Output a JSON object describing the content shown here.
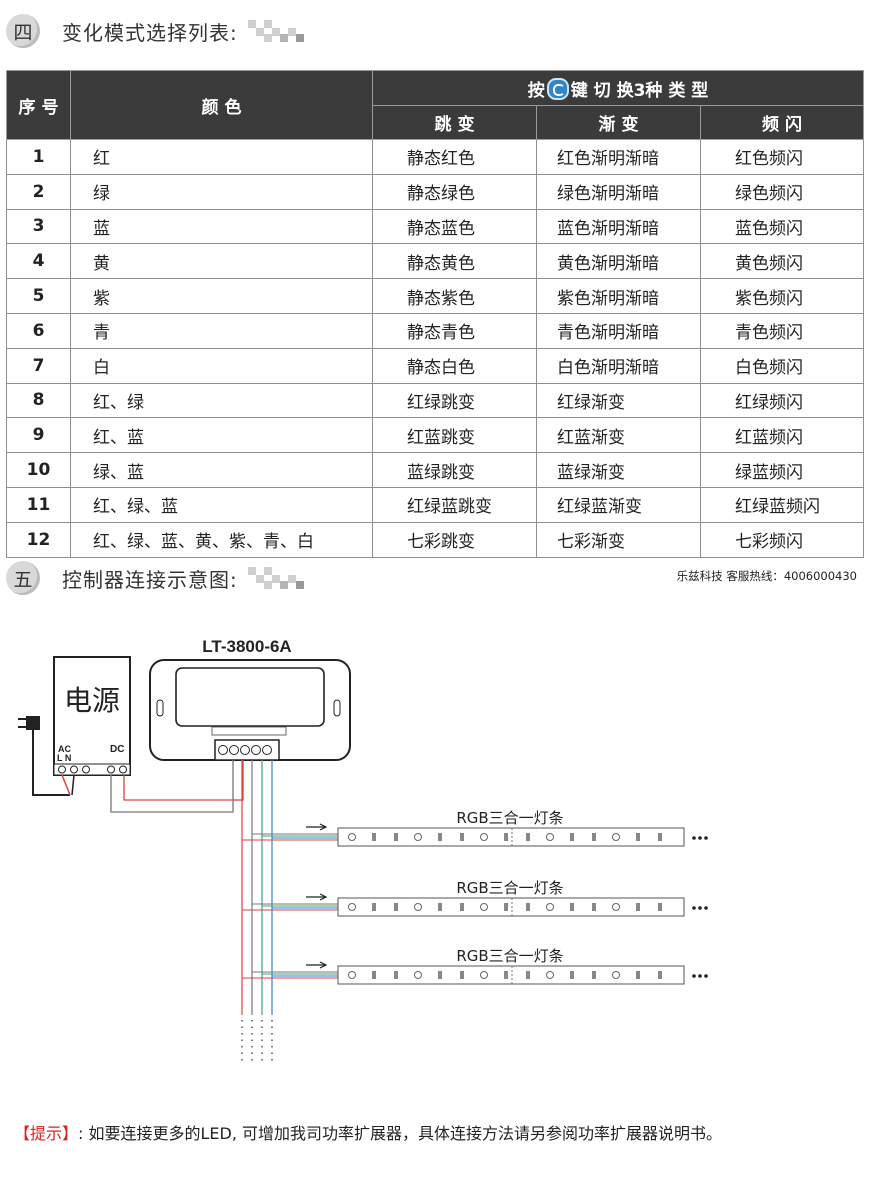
{
  "section4": {
    "badge": "四",
    "title": "变化模式选择列表:"
  },
  "table": {
    "headers": {
      "index": "序 号",
      "color": "颜 色",
      "group_prefix": "按",
      "group_suffix": "键 切 换3种 类 型",
      "jump": "跳 变",
      "fade": "渐 变",
      "strobe": "频 闪"
    },
    "rows": [
      {
        "n": "1",
        "color": "红",
        "jump": "静态红色",
        "fade": "红色渐明渐暗",
        "strobe": "红色频闪"
      },
      {
        "n": "2",
        "color": "绿",
        "jump": "静态绿色",
        "fade": "绿色渐明渐暗",
        "strobe": "绿色频闪"
      },
      {
        "n": "3",
        "color": "蓝",
        "jump": "静态蓝色",
        "fade": "蓝色渐明渐暗",
        "strobe": "蓝色频闪"
      },
      {
        "n": "4",
        "color": "黄",
        "jump": "静态黄色",
        "fade": "黄色渐明渐暗",
        "strobe": "黄色频闪"
      },
      {
        "n": "5",
        "color": "紫",
        "jump": "静态紫色",
        "fade": "紫色渐明渐暗",
        "strobe": "紫色频闪"
      },
      {
        "n": "6",
        "color": "青",
        "jump": "静态青色",
        "fade": "青色渐明渐暗",
        "strobe": "青色频闪"
      },
      {
        "n": "7",
        "color": "白",
        "jump": "静态白色",
        "fade": "白色渐明渐暗",
        "strobe": "白色频闪"
      },
      {
        "n": "8",
        "color": "红、绿",
        "jump": "红绿跳变",
        "fade": "红绿渐变",
        "strobe": "红绿频闪"
      },
      {
        "n": "9",
        "color": "红、蓝",
        "jump": "红蓝跳变",
        "fade": "红蓝渐变",
        "strobe": "红蓝频闪"
      },
      {
        "n": "10",
        "color": "绿、蓝",
        "jump": "蓝绿跳变",
        "fade": "蓝绿渐变",
        "strobe": "绿蓝频闪"
      },
      {
        "n": "11",
        "color": "红、绿、蓝",
        "jump": "红绿蓝跳变",
        "fade": "红绿蓝渐变",
        "strobe": "红绿蓝频闪"
      },
      {
        "n": "12",
        "color": "红、绿、蓝、黄、紫、青、白",
        "jump": "七彩跳变",
        "fade": "七彩渐变",
        "strobe": "七彩频闪"
      }
    ]
  },
  "section5": {
    "badge": "五",
    "title": "控制器连接示意图:"
  },
  "hotline": "乐兹科技 客服热线：4006000430",
  "diagram": {
    "controller_model": "LT-3800-6A",
    "power_label": "电源",
    "ac_label": "AC",
    "ln_label": "L  N",
    "dc_label": "DC",
    "strip_label": "RGB三合一灯条",
    "wire_colors": {
      "red": "#d9443f",
      "green": "#3aa67b",
      "blue": "#3a82c4",
      "grey": "#777777"
    }
  },
  "tip": {
    "label": "【提示】",
    "text": ": 如要连接更多的LED, 可增加我司功率扩展器，具体连接方法请另参阅功率扩展器说明书。"
  }
}
